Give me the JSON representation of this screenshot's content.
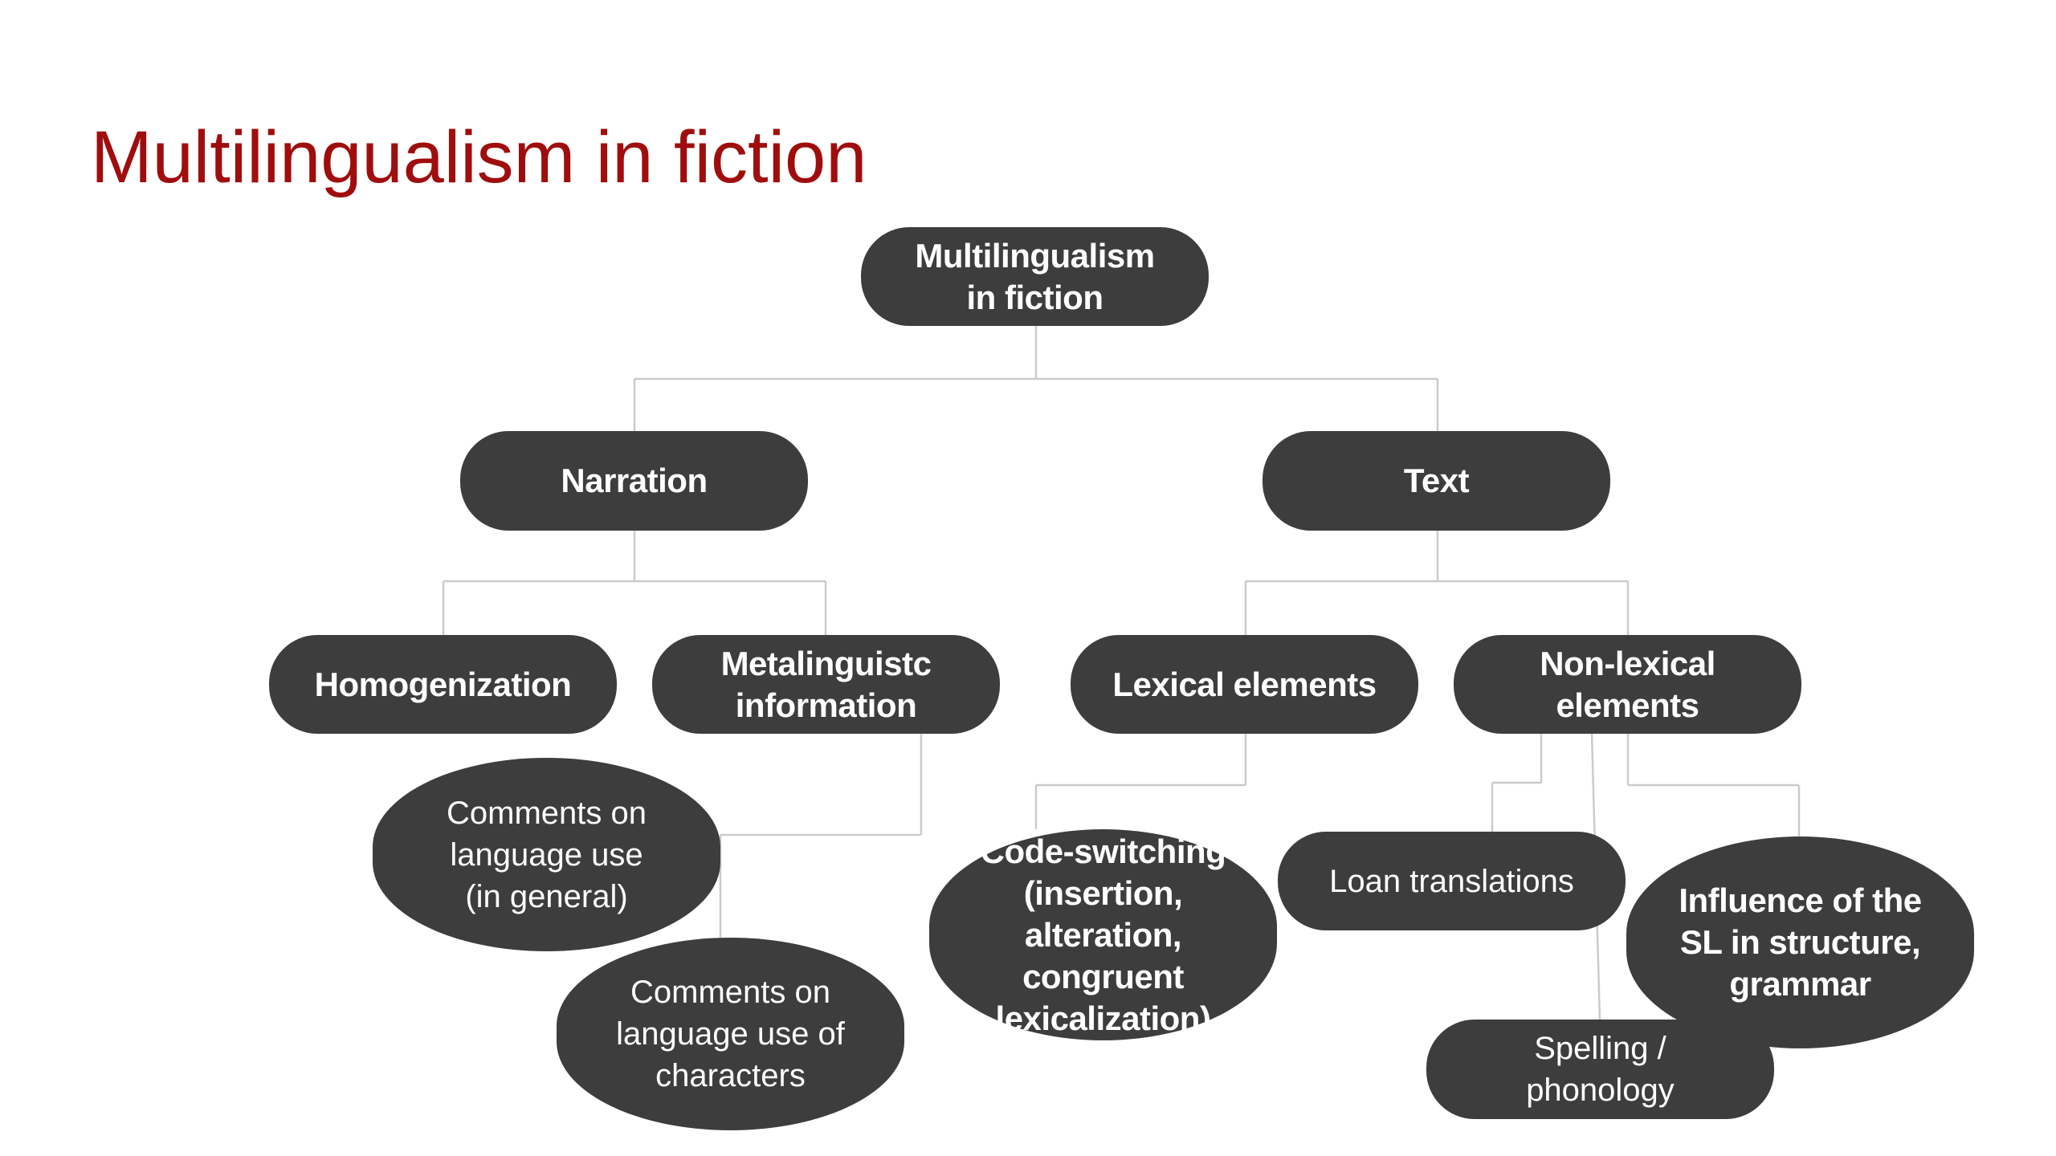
{
  "slide": {
    "title": "Multilingualism in fiction"
  },
  "diagram": {
    "root": "Multilingualism\nin fiction",
    "narration": "Narration",
    "text": "Text",
    "homogenization": "Homogenization",
    "metalinguistic": "Metalinguistc\ninformation",
    "lexical": "Lexical elements",
    "non_lexical": "Non-lexical\nelements",
    "comments_general": "Comments on\nlanguage use\n(in general)",
    "comments_characters": "Comments on\nlanguage use of\ncharacters",
    "code_switching": "Code-switching\n(insertion,\nalteration,\ncongruent\nlexicalization)",
    "loan_translations": "Loan translations",
    "influence_sl": "Influence of the\nSL in structure,\ngrammar",
    "spelling": "Spelling /\nphonology"
  },
  "colors": {
    "title": "#a00d0d",
    "node_fill": "#3d3d3d",
    "node_text": "#ffffff",
    "connector": "#cbcbcb"
  }
}
